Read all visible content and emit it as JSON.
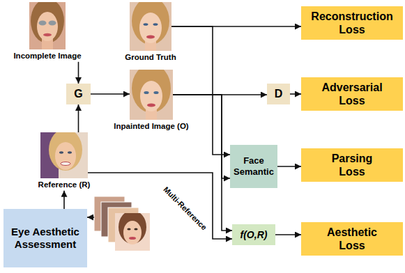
{
  "diagram": {
    "nodes": [
      {
        "text": [
          "Incomplete Image"
        ]
      },
      {
        "text": [
          "Ground Truth"
        ]
      },
      {
        "text": [
          "Reconstruction Loss"
        ]
      },
      {
        "text": [
          "G"
        ]
      },
      {
        "text": [
          "Inpainted Image (O)"
        ]
      },
      {
        "text": [
          "D"
        ]
      },
      {
        "text": [
          "Adversarial Loss"
        ]
      },
      {
        "text": [
          "Reference (R)"
        ]
      },
      {
        "text": [
          "Face Semantic"
        ]
      },
      {
        "text": [
          "Parsing Loss"
        ]
      },
      {
        "text": [
          "Multi-Reference"
        ]
      },
      {
        "text": [
          "Eye Aesthetic Assessment"
        ]
      },
      {
        "text": [
          "f(O,R)"
        ]
      },
      {
        "text": [
          "Aesthetic Loss"
        ]
      }
    ],
    "edges": [
      {
        "from": 0,
        "to": 3,
        "arrow": "to"
      },
      {
        "from": 7,
        "to": 3,
        "arrow": "to"
      },
      {
        "from": 3,
        "to": 4,
        "arrow": "to"
      },
      {
        "from": 1,
        "to": 2,
        "arrow": "to"
      },
      {
        "from": 4,
        "to": 5,
        "arrow": "to"
      },
      {
        "from": 5,
        "to": 6,
        "arrow": "to"
      },
      {
        "from": 1,
        "to": 8,
        "arrow": "to"
      },
      {
        "from": 4,
        "to": 8,
        "arrow": "to"
      },
      {
        "from": 4,
        "to": 12,
        "arrow": "to"
      },
      {
        "from": 7,
        "to": 12,
        "arrow": "to"
      },
      {
        "from": 8,
        "to": 9,
        "arrow": "to"
      },
      {
        "from": 12,
        "to": 13,
        "arrow": "to"
      },
      {
        "from": 10,
        "to": 11,
        "arrow": "to"
      },
      {
        "from": 11,
        "to": 7,
        "arrow": "to"
      }
    ]
  }
}
